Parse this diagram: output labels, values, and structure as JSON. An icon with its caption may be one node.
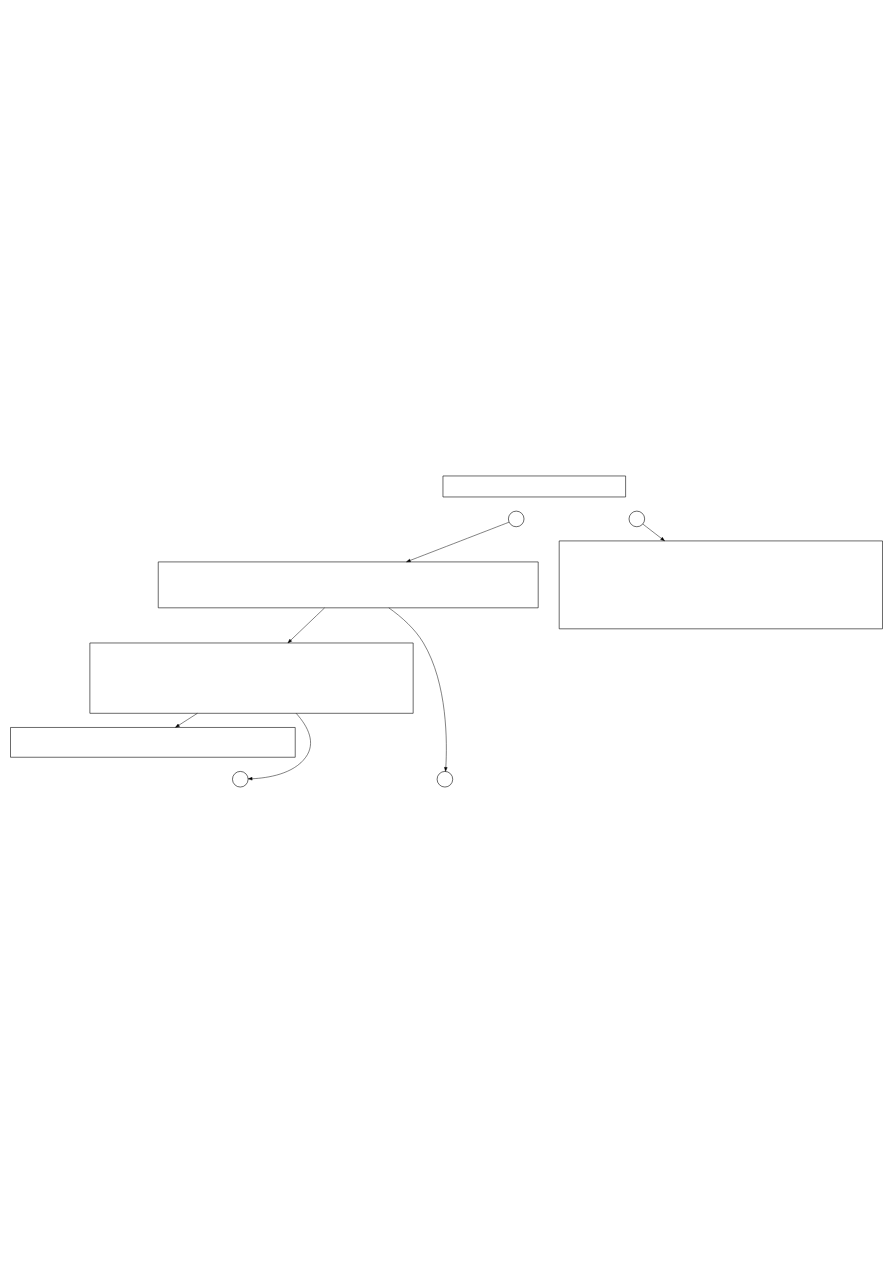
{
  "diagram": {
    "nodes": [
      {
        "text": [],
        "shape": "box"
      },
      {
        "text": [],
        "shape": "circle"
      },
      {
        "text": [],
        "shape": "circle"
      },
      {
        "text": [],
        "shape": "box"
      },
      {
        "text": [],
        "shape": "box"
      },
      {
        "text": [],
        "shape": "box"
      },
      {
        "text": [],
        "shape": "box"
      },
      {
        "text": [],
        "shape": "circle"
      },
      {
        "text": [],
        "shape": "circle"
      }
    ],
    "edges": [
      {
        "from": 2,
        "to": 3,
        "arrow": "to"
      },
      {
        "from": 1,
        "to": 4,
        "arrow": "to"
      },
      {
        "from": 4,
        "to": 5,
        "arrow": "to"
      },
      {
        "from": 4,
        "to": 7,
        "arrow": "to"
      },
      {
        "from": 5,
        "to": 6,
        "arrow": "to"
      },
      {
        "from": 5,
        "to": 8,
        "arrow": "to"
      }
    ]
  }
}
